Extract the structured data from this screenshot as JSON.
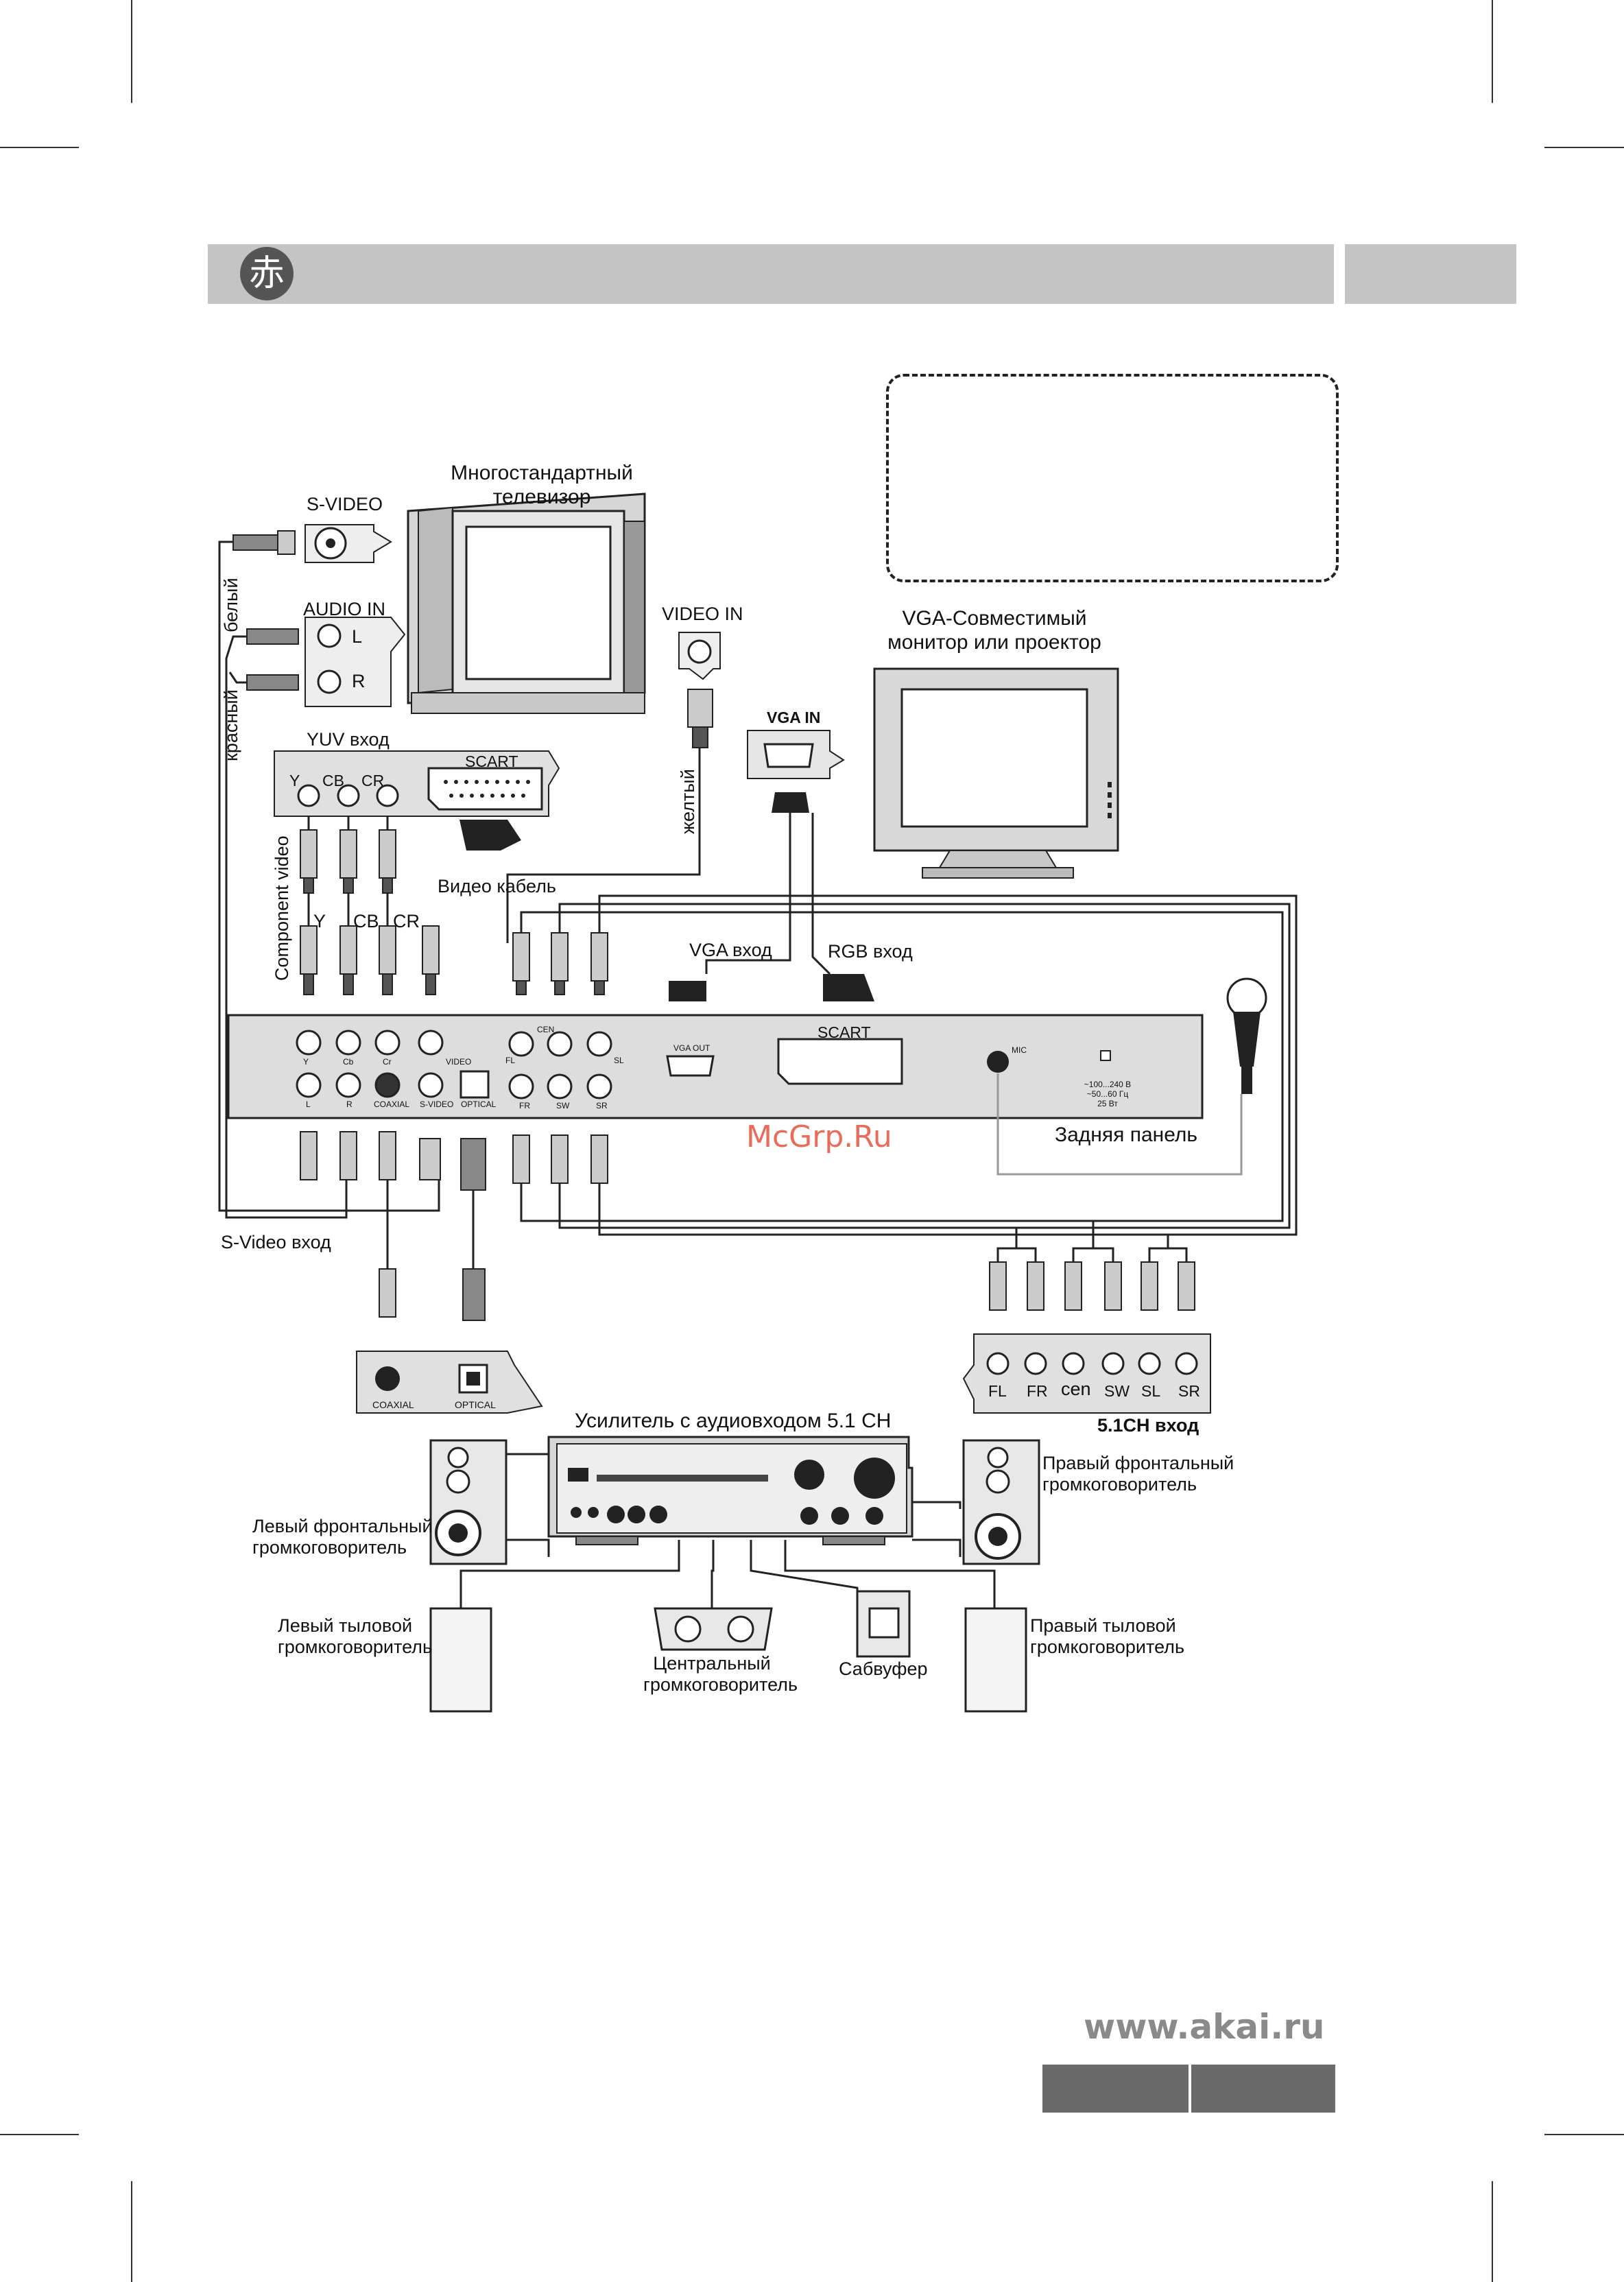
{
  "header": {
    "logo_glyph": "赤"
  },
  "tv": {
    "title": "Многостандартный\nтелевизор",
    "svideo": "S-VIDEO",
    "audio_in": "AUDIO IN",
    "left": "L",
    "right": "R",
    "video_in": "VIDEO  IN"
  },
  "cables": {
    "white": "белый",
    "red": "красный",
    "yellow": "желтый",
    "component": "Component video",
    "video_cable": "Видео кабель",
    "svideo_in": "S-Video вход"
  },
  "yuv": {
    "title": "YUV вход",
    "y": "Y",
    "cb": "CB",
    "cr": "CR",
    "scart": "SCART"
  },
  "vga_monitor": {
    "title": "VGA-Совместимый\nмонитор или проектор",
    "vga_in": "VGA IN"
  },
  "inputs": {
    "vga": "VGA вход",
    "rgb": "RGB вход"
  },
  "plugs": {
    "y": "Y",
    "cb": "CB",
    "cr": "CR"
  },
  "panel": {
    "caption": "Задняя панель",
    "jacks_top": [
      "Y",
      "Cb",
      "Cr",
      "VIDEO"
    ],
    "jacks_bottom": [
      "L",
      "R",
      "COAXIAL",
      "S-VIDEO",
      "OPTICAL"
    ],
    "audio_top": [
      "FL",
      "CEN",
      "SL"
    ],
    "audio_bottom": [
      "FR",
      "SW",
      "SR"
    ],
    "vga_out": "VGA OUT",
    "scart": "SCART",
    "mic": "MIC",
    "power": "~100...240 В\n~50...60 Гц\n25 Вт"
  },
  "digital_box": {
    "coaxial": "COAXIAL",
    "optical": "OPTICAL"
  },
  "ch51": {
    "labels": [
      "FL",
      "FR",
      "cen",
      "SW",
      "SL",
      "SR"
    ],
    "title": "5.1CH вход"
  },
  "amplifier": {
    "title": "Усилитель с аудиовходом 5.1 CH"
  },
  "speakers": {
    "front_left": "Левый фронтальный\nгромкоговоритель",
    "front_right": "Правый фронтальный\nгромкоговоритель",
    "rear_left": "Левый тыловой\nгромкоговоритель",
    "rear_right": "Правый тыловой\nгромкоговоритель",
    "center": "Центральный\nгромкоговоритель",
    "sub": "Сабвуфер"
  },
  "watermark": "McGrp.Ru",
  "footer": {
    "url": "www.akai.ru"
  }
}
